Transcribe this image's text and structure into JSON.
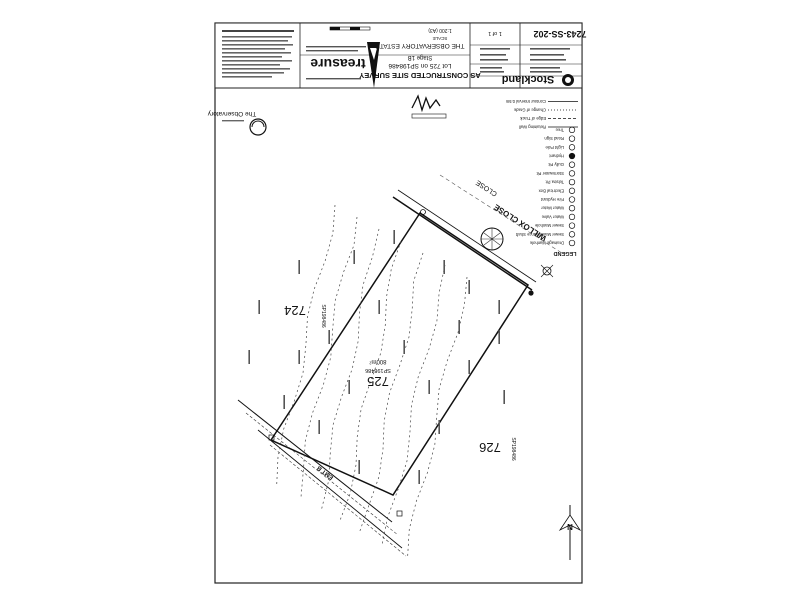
{
  "drawing_number": "7243-SS-202",
  "company": "Stockland",
  "project": {
    "title": "AS CONSTRUCTED SITE SURVEY",
    "lot_line": "Lot 725 on SP198486",
    "stage": "Stage 1B",
    "estate": "THE OBSERVATORY ESTATE",
    "estate_logo_text": "The Observatory"
  },
  "consultant": "treasure",
  "sheet_info": {
    "sheet": "1 of 1",
    "scale": "1:200 (A3)",
    "scale_label": "SCALE"
  },
  "legend": {
    "title": "LEGEND",
    "items": [
      "Drainage Manhole",
      "Sewer Maintenance Shaft",
      "Sewer Manhole",
      "Water Valve",
      "Water Meter",
      "Fire Hydrant",
      "Electrical Box",
      "Telstra Pit",
      "Stormwater Pit",
      "Gully Pit",
      "Hydrant",
      "Light Pole",
      "Road Sign",
      "Tree"
    ],
    "line_items": [
      "Retaining Wall",
      "Edge of Track",
      "Change of Grade",
      "Contour Interval 0.5m"
    ]
  },
  "plan": {
    "lot_main": "725",
    "lot_main_plan": "SP198486",
    "lot_area": "800m²",
    "lot_left": "724",
    "lot_left_plan": "SP198486",
    "lot_right": "726",
    "lot_right_plan": "SP198486",
    "road": "WILLOX CLOSE",
    "road_close": "CLOSE",
    "easement": "EMT B",
    "north": "N"
  }
}
